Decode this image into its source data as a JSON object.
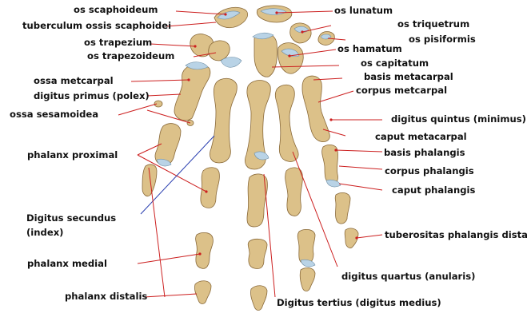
{
  "diagram": {
    "labels": {
      "os_scaphoideum": "os scaphoideum",
      "tuberculum": "tuberculum ossis scaphoidei",
      "os_trapezium": "os trapezium",
      "os_trapezoideum": "os trapezoideum",
      "ossa_metcarpal": "ossa metcarpal",
      "digitus_primus": "digitus primus (polex)",
      "ossa_sesamoidea": "ossa sesamoidea",
      "phalanx_proximal": "phalanx proximal",
      "digitus_secundus": "Digitus secundus",
      "index": "(index)",
      "phalanx_medial": "phalanx medial",
      "phalanx_distalis": "phalanx distalis",
      "os_lunatum": "os lunatum",
      "os_triquetrum": "os triquetrum",
      "os_pisiformis": "os pisiformis",
      "os_hamatum": "os hamatum",
      "os_capitatum": "os capitatum",
      "basis_metacarpal": "basis metacarpal",
      "corpus_metcarpal": "corpus metcarpal",
      "digitus_quintus": "digitus quintus (minimus)",
      "caput_metacarpal": "caput metacarpal",
      "basis_phalangis": "basis phalangis",
      "corpus_phalangis": "corpus phalangis",
      "caput_phalangis": "caput phalangis",
      "tuberositas": "tuberositas phalangis distal",
      "digitus_quartus": "digitus quartus (anularis)",
      "digitus_tertius": "Digitus tertius (digitus medius)"
    },
    "colors": {
      "bone": "#dcc189",
      "cartilage": "#b9d3e6",
      "leader_line": "#cc1f1f",
      "leader_line_blue": "#2a3fb0"
    }
  }
}
